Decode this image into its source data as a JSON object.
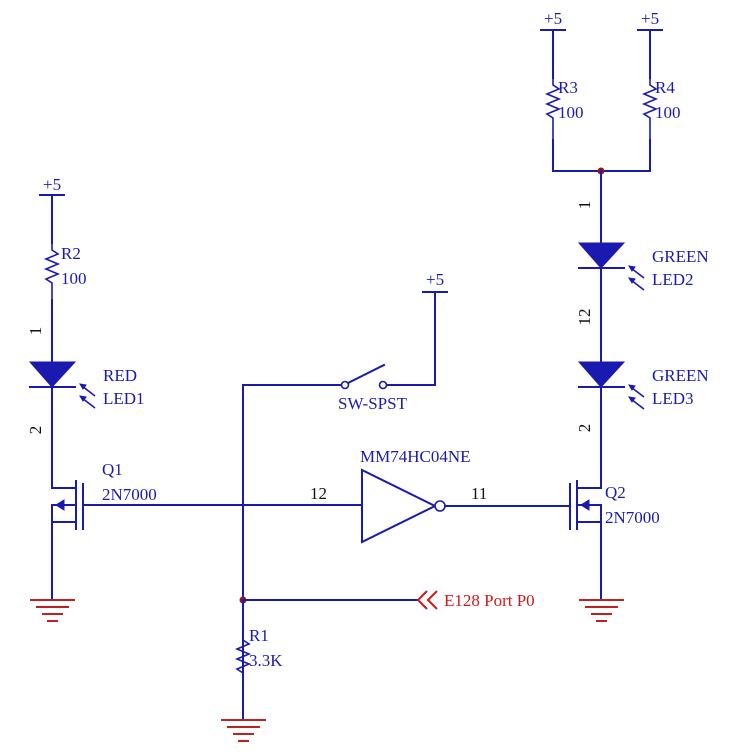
{
  "power": {
    "label": "+5"
  },
  "resistors": {
    "r1": {
      "ref": "R1",
      "value": "3.3K"
    },
    "r2": {
      "ref": "R2",
      "value": "100"
    },
    "r3": {
      "ref": "R3",
      "value": "100"
    },
    "r4": {
      "ref": "R4",
      "value": "100"
    }
  },
  "leds": {
    "led1": {
      "ref": "LED1",
      "color": "RED"
    },
    "led2": {
      "ref": "LED2",
      "color": "GREEN"
    },
    "led3": {
      "ref": "LED3",
      "color": "GREEN"
    }
  },
  "transistors": {
    "q1": {
      "ref": "Q1",
      "part": "2N7000"
    },
    "q2": {
      "ref": "Q2",
      "part": "2N7000"
    }
  },
  "inverter": {
    "part": "MM74HC04NE",
    "pin_in": "12",
    "pin_out": "11"
  },
  "switch": {
    "part": "SW-SPST"
  },
  "port": {
    "label": "E128 Port P0"
  },
  "pins": {
    "one": "1",
    "two": "2",
    "twelve": "12"
  },
  "colors": {
    "wire": "#1a1ab0",
    "ground": "#c02020",
    "port": "#d01818",
    "junction": "#8b1a1a"
  }
}
